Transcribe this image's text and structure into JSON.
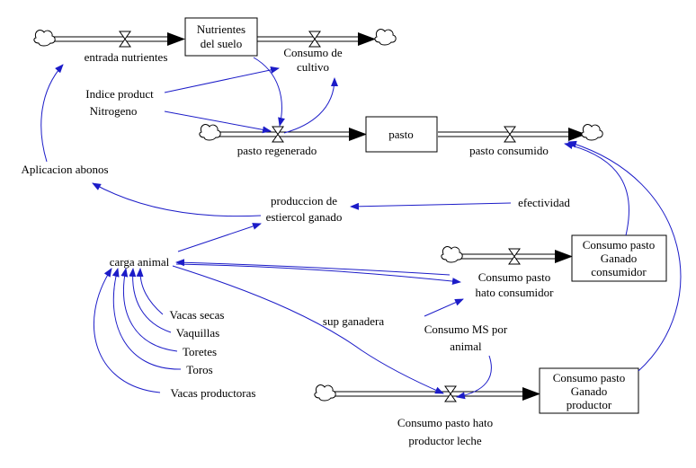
{
  "stocks": {
    "nutrientes": [
      "Nutrientes",
      "del suelo"
    ],
    "pasto": [
      "pasto"
    ],
    "consumo_consumidor": [
      "Consumo pasto",
      "Ganado",
      "consumidor"
    ],
    "consumo_productor": [
      "Consumo pasto",
      "Ganado",
      "productor"
    ]
  },
  "flows": {
    "entrada_nutrientes": [
      "entrada nutrientes"
    ],
    "consumo_cultivo": [
      "Consumo de",
      "cultivo"
    ],
    "pasto_regenerado": [
      "pasto regenerado"
    ],
    "pasto_consumido": [
      "pasto consumido"
    ],
    "consumo_hato_productor": [
      "Consumo pasto hato",
      "productor leche"
    ]
  },
  "variables": {
    "indice_nitrogeno": [
      "Indice product",
      "Nitrogeno"
    ],
    "aplicacion_abonos": [
      "Aplicacion abonos"
    ],
    "produccion_estiercol": [
      "produccion de",
      "estiercol ganado"
    ],
    "efectividad": [
      "efectividad"
    ],
    "carga_animal": [
      "carga animal"
    ],
    "consumo_hato_consumidor": [
      "Consumo pasto",
      "hato consumidor"
    ],
    "vacas_secas": [
      "Vacas secas"
    ],
    "vaquillas": [
      "Vaquillas"
    ],
    "toretes": [
      "Toretes"
    ],
    "toros": [
      "Toros"
    ],
    "vacas_productoras": [
      "Vacas productoras"
    ],
    "sup_ganadera": [
      "sup ganadera"
    ],
    "consumo_ms_animal": [
      "Consumo MS por",
      "animal"
    ]
  },
  "colors": {
    "link": "#1c1cc8",
    "pipe": "#000000",
    "background": "#ffffff"
  }
}
